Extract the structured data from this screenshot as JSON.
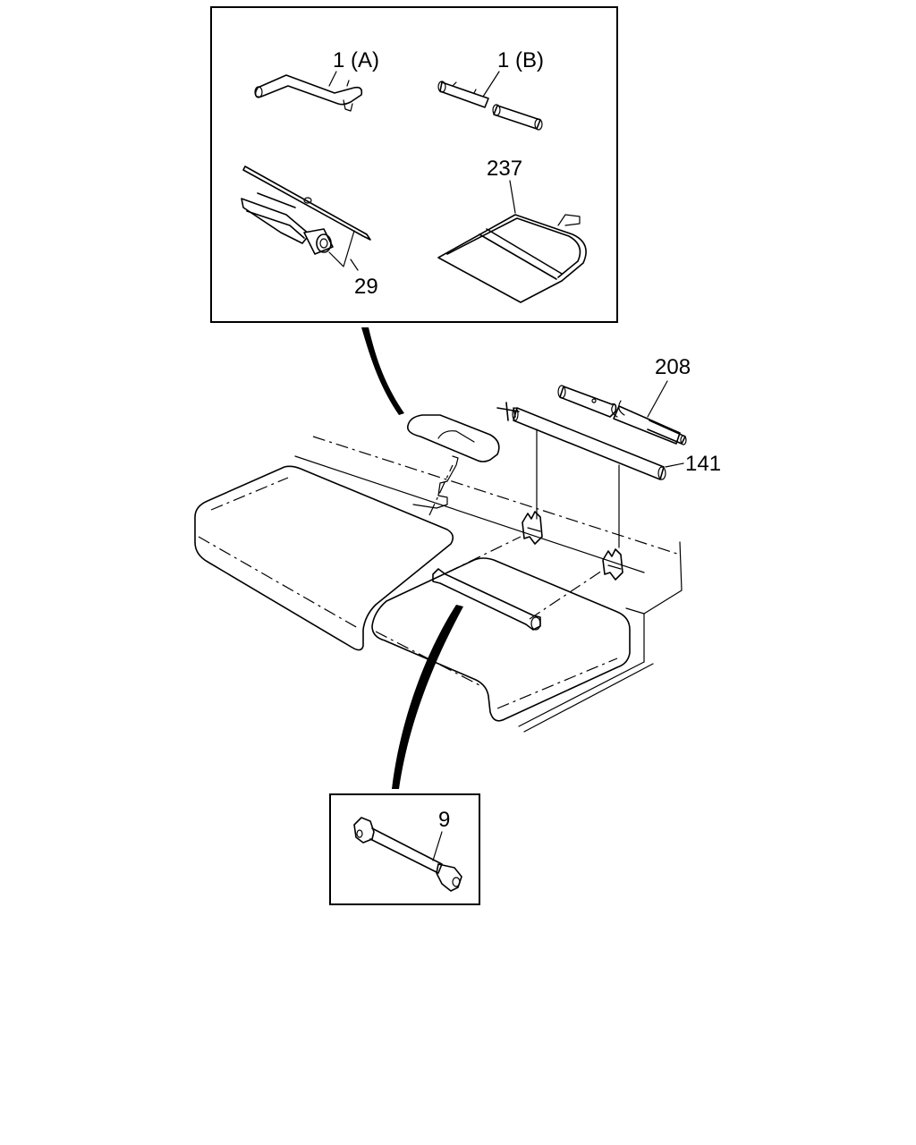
{
  "diagram": {
    "callouts": {
      "part_1a": "1 (A)",
      "part_1b": "1 (B)",
      "part_237": "237",
      "part_29": "29",
      "part_208": "208",
      "part_141": "141",
      "part_9": "9"
    }
  }
}
